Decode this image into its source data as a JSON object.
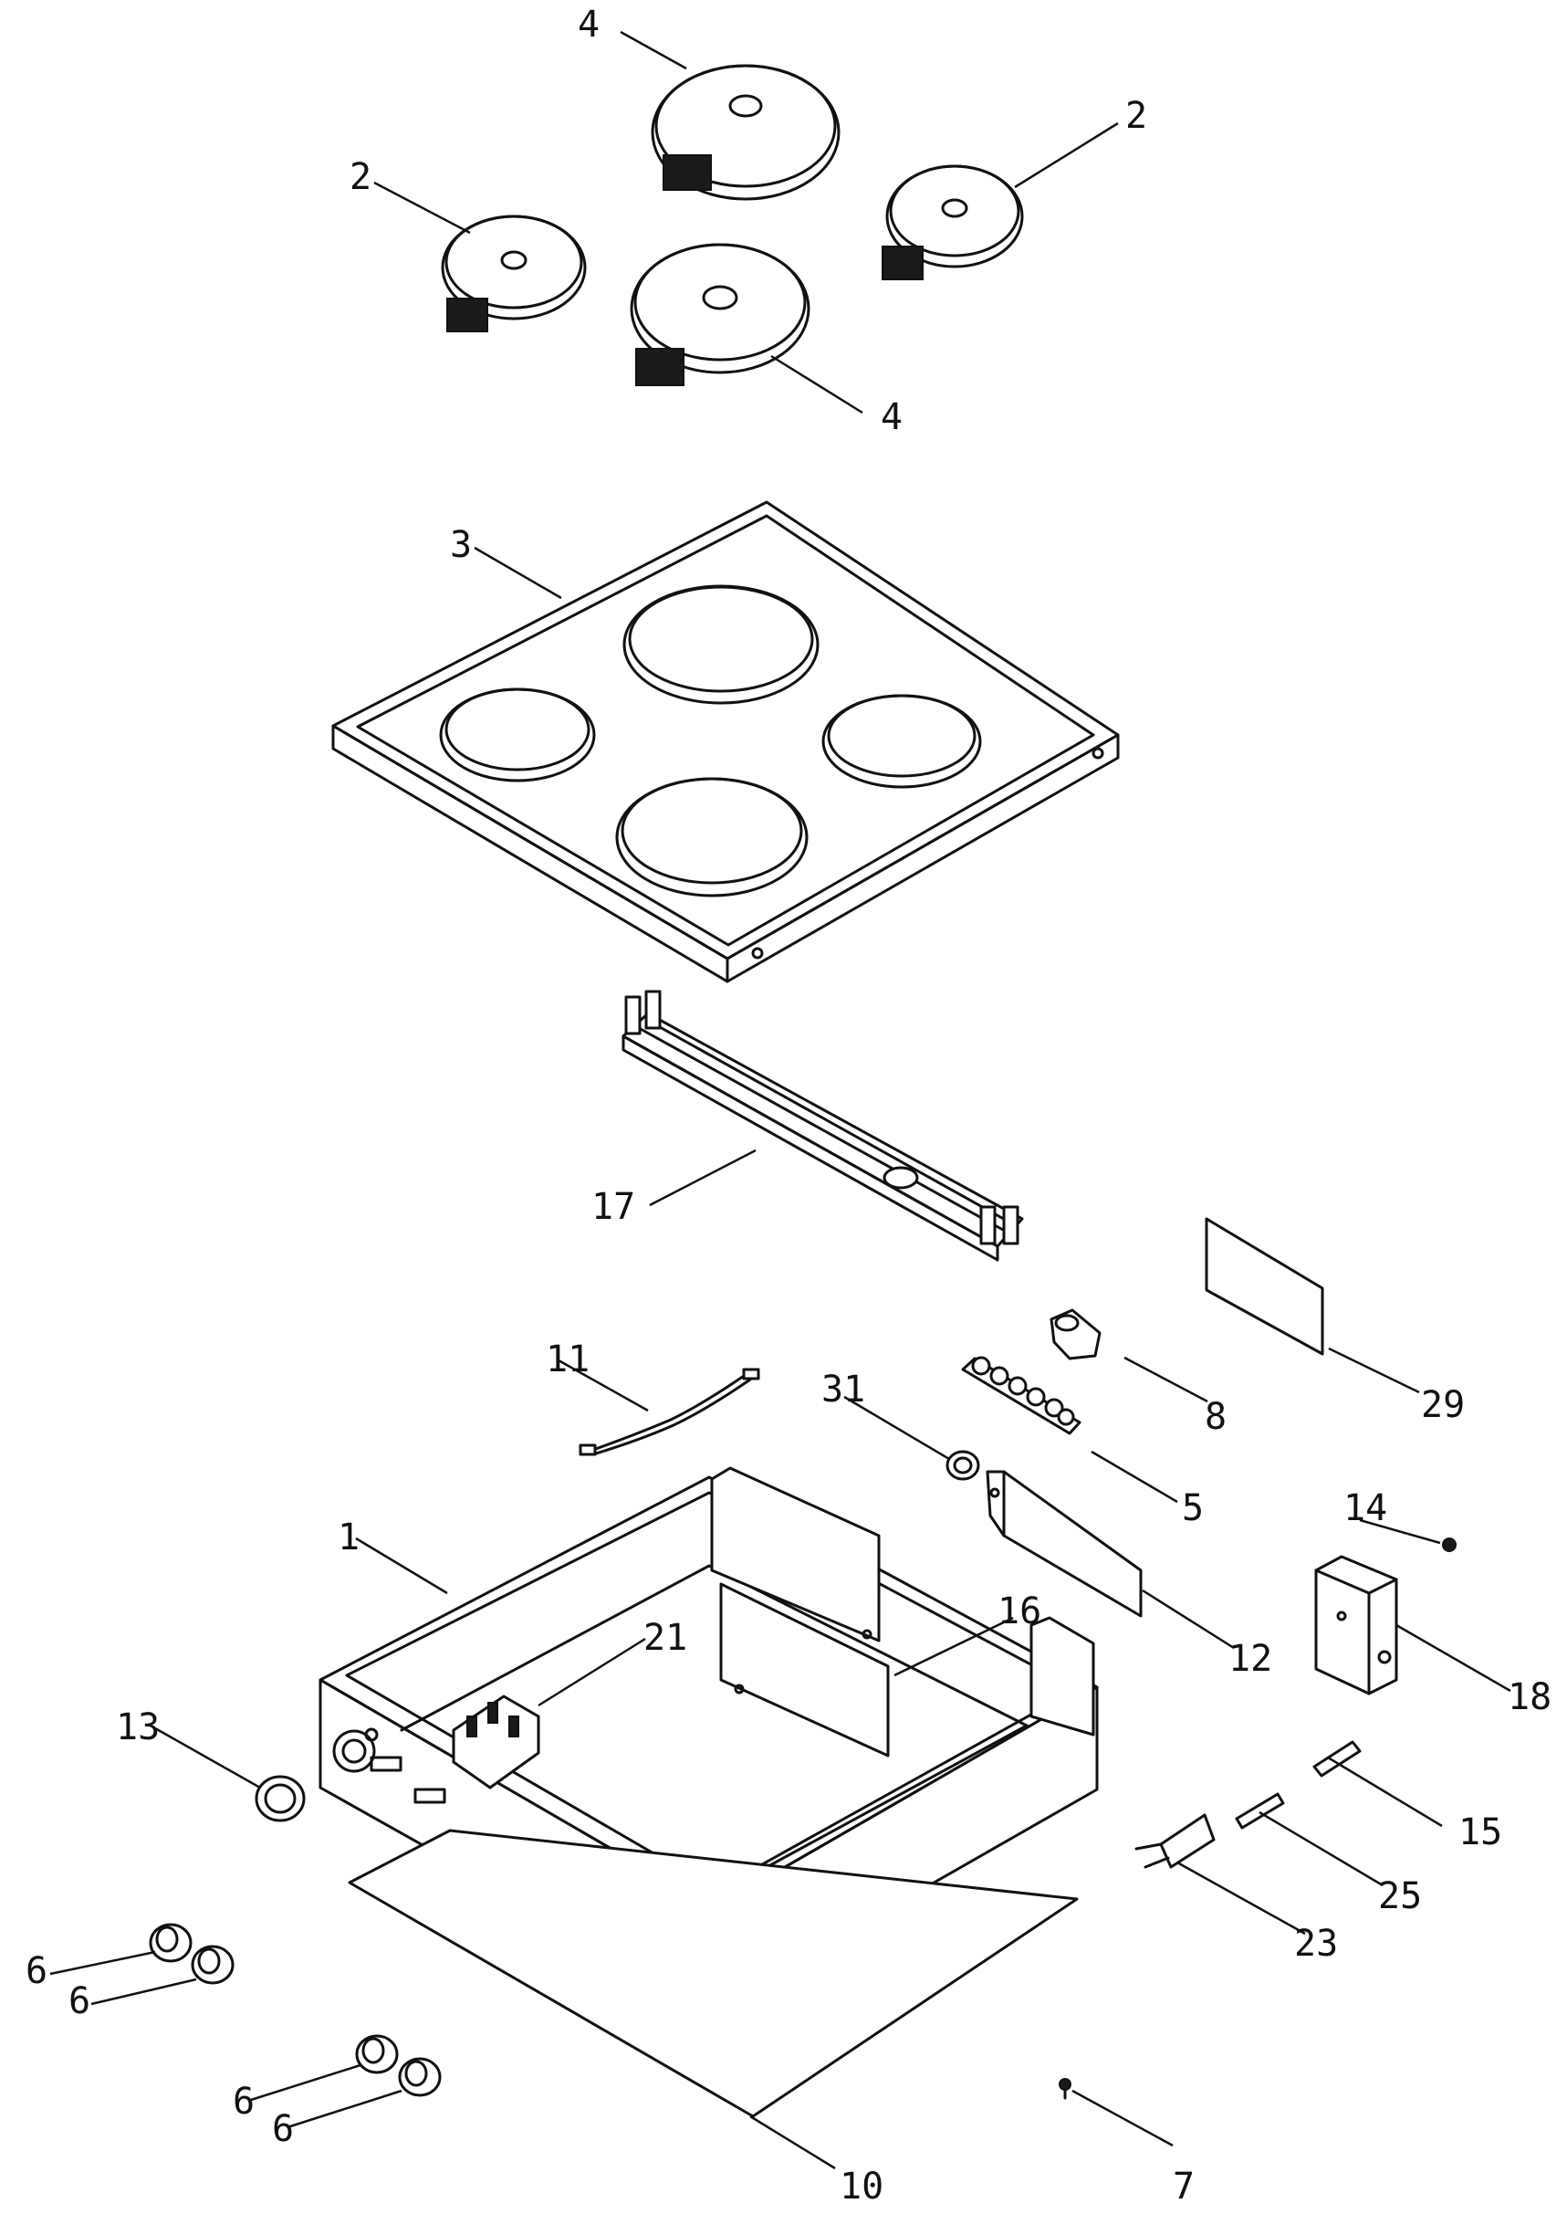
{
  "callouts": {
    "c1": "1",
    "c2a": "2",
    "c2b": "2",
    "c3": "3",
    "c4a": "4",
    "c4b": "4",
    "c5": "5",
    "c6a": "6",
    "c6b": "6",
    "c6c": "6",
    "c6d": "6",
    "c7": "7",
    "c8": "8",
    "c10": "10",
    "c11": "11",
    "c12": "12",
    "c13": "13",
    "c14": "14",
    "c15": "15",
    "c16": "16",
    "c17": "17",
    "c18": "18",
    "c21": "21",
    "c23": "23",
    "c25": "25",
    "c29": "29",
    "c31": "31"
  }
}
